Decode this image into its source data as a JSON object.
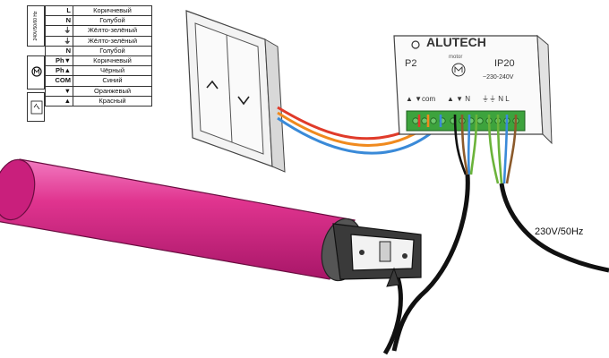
{
  "legend": {
    "side_label": "240V/50/60 Hz",
    "rows": [
      {
        "term": "L",
        "color": "Коричневый"
      },
      {
        "term": "N",
        "color": "Голубой"
      },
      {
        "term": "⏚",
        "color": "Жёлто-зелёный"
      },
      {
        "term": "⏚",
        "color": "Жёлто-зелёный"
      },
      {
        "term": "N",
        "color": "Голубой"
      },
      {
        "term": "Ph▼",
        "color": "Коричневый"
      },
      {
        "term": "Ph▲",
        "color": "Чёрный"
      },
      {
        "term": "COM",
        "color": "Синий"
      },
      {
        "term": "▼",
        "color": "Оранжевый"
      },
      {
        "term": "▲",
        "color": "Красный"
      }
    ]
  },
  "controller": {
    "brand": "ALUTECH",
    "model": "P2",
    "rating": "IP20",
    "motor_label": "motor",
    "voltage": "~230-240V",
    "switch_terminals": "▲ ▼com",
    "motor_terminals": "▲ ▼ N",
    "power_terminals": "⏚⏚ N L"
  },
  "power_label": "230V/50Hz",
  "colors": {
    "tube": "#e0348f",
    "terminal_block": "#3da33d",
    "wire_red": "#e03b2a",
    "wire_orange": "#f08a1e",
    "wire_blue": "#3a8ad8",
    "wire_brown": "#8b5a2b",
    "wire_green": "#6bb33a",
    "wire_black": "#111111"
  }
}
